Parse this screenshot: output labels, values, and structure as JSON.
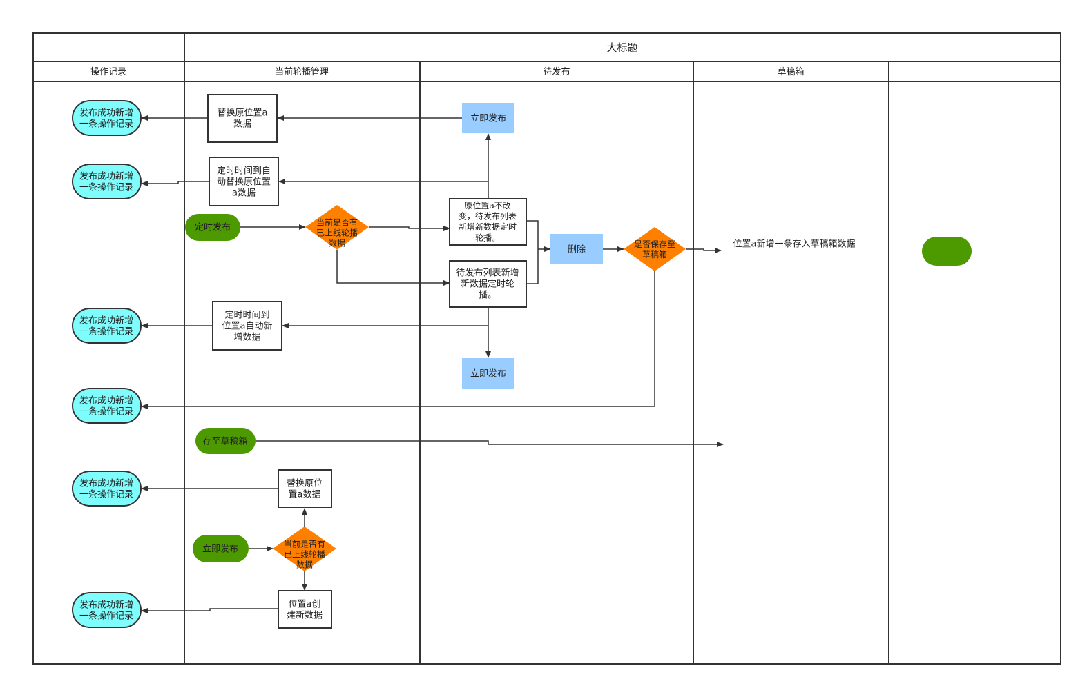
{
  "title": "大标题",
  "lanes": [
    {
      "label": "操作记录"
    },
    {
      "label": "当前轮播管理"
    },
    {
      "label": "待发布"
    },
    {
      "label": "草稿箱"
    },
    {
      "label": ""
    }
  ],
  "colors": {
    "record_fill": "#7ffcfc",
    "start_fill": "#4d9900",
    "decision_fill": "#ff8000",
    "action_fill": "#99ccff",
    "line": "#333333"
  },
  "nodes": {
    "rec1": [
      "发布成功新增",
      "一条操作记录"
    ],
    "rec2": [
      "发布成功新增",
      "一条操作记录"
    ],
    "rec3": [
      "发布成功新增",
      "一条操作记录"
    ],
    "rec4": [
      "发布成功新增",
      "一条操作记录"
    ],
    "rec5": [
      "发布成功新增",
      "一条操作记录"
    ],
    "rec6": [
      "发布成功新增",
      "一条操作记录"
    ],
    "replace1": [
      "替换原位置a",
      "数据"
    ],
    "timedReplace": [
      "定时时间到自",
      "动替换原位置",
      "a数据"
    ],
    "timedStart": [
      "定时发布"
    ],
    "decision1": [
      "当前是否有",
      "已上线轮播",
      "数据"
    ],
    "timedAdd": [
      "定时时间到",
      "位置a自动新",
      "增数据"
    ],
    "draftStart": [
      "存至草稿箱"
    ],
    "replace2": [
      "替换原位",
      "置a数据"
    ],
    "instantStart": [
      "立即发布"
    ],
    "decision2": [
      "当前是否有",
      "已上线轮播",
      "数据"
    ],
    "create": [
      "位置a创",
      "建新数据"
    ],
    "publishNow1": [
      "立即发布"
    ],
    "keepPos": [
      "原位置a不改",
      "变，待发布列表",
      "新增新数据定时",
      "轮播。"
    ],
    "pendingAdd": [
      "待发布列表新增",
      "新数据定时轮",
      "播。"
    ],
    "publishNow2": [
      "立即发布"
    ],
    "delete": [
      "删除"
    ],
    "decision3": [
      "是否保存至",
      "草稿箱"
    ],
    "draftNote": [
      "位置a新增一条存入草稿箱数据"
    ],
    "endTerm": [
      ""
    ]
  }
}
